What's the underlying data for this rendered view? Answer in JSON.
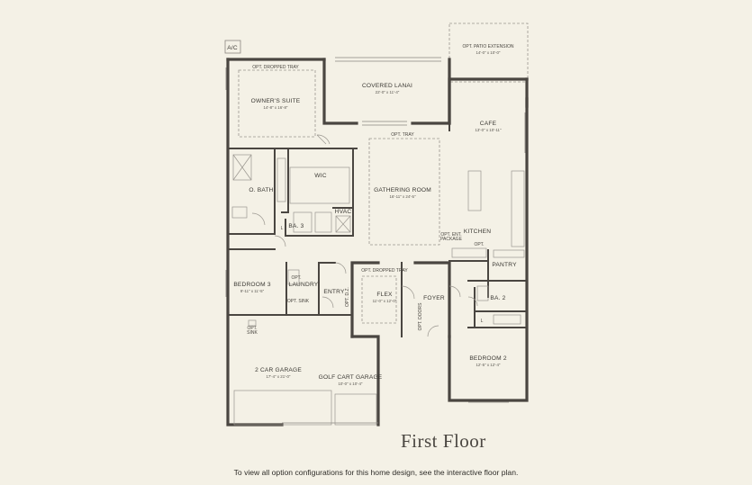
{
  "plan": {
    "title": "First Floor",
    "footer_note": "To view all option configurations for this home design, see the interactive floor plan.",
    "rooms": {
      "ac": {
        "name": "A/C"
      },
      "patio_ext": {
        "name": "OPT. PATIO EXTENSION",
        "dim": "14'-0\" x 10'-0\""
      },
      "covered_lanai": {
        "name": "COVERED LANAI",
        "dim": "22'-0\" x 11'-4\""
      },
      "owners_suite": {
        "name": "OWNER'S SUITE",
        "dim": "14'-8\" x 16'-8\""
      },
      "cafe": {
        "name": "CAFE",
        "dim": "13'-0\" x 10'-11\""
      },
      "wic": {
        "name": "WIC"
      },
      "gathering_room": {
        "name": "GATHERING ROOM",
        "dim": "16'-11\" x 24'-5\""
      },
      "o_bath": {
        "name": "O. BATH"
      },
      "ba3": {
        "name": "BA. 3"
      },
      "hvac": {
        "name": "HVAC"
      },
      "kitchen": {
        "name": "KITCHEN"
      },
      "pantry": {
        "name": "PANTRY"
      },
      "bedroom3": {
        "name": "BEDROOM 3",
        "dim": "9'-11\" x 11'-5\""
      },
      "laundry": {
        "name": "OPT.\nLAUNDRY"
      },
      "entry": {
        "name": "ENTRY"
      },
      "flex": {
        "name": "FLEX",
        "dim": "11'-0\" x 12'-0\""
      },
      "foyer": {
        "name": "FOYER"
      },
      "ba2": {
        "name": "BA. 2"
      },
      "bedroom2": {
        "name": "BEDROOM 2",
        "dim": "12'-5\" x 12'-4\""
      },
      "garage": {
        "name": "2 CAR GARAGE",
        "dim": "17'-4\" x 21'-0\""
      },
      "golf_garage": {
        "name": "GOLF CART GARAGE",
        "dim": "10'-0\" x 10'-4\""
      }
    },
    "notes": {
      "dropped_tray_owner": "OPT. DROPPED TRAY",
      "tray_gathering": "OPT. TRAY",
      "ent_package": "OPT. ENT.",
      "ent_package2": "PACKAGE",
      "opt_kitchen": "OPT.",
      "dropped_tray_flex": "OPT. DROPPED TRAY",
      "opt_sink_laundry": "OPT. SINK",
      "opt_sink_garage": "OPT.",
      "opt_sink_garage2": "SINK",
      "opt_dz": "OPT. D.Z.",
      "opt_doors": "OPT. DOORS",
      "l1": "L",
      "l2": "L"
    }
  }
}
